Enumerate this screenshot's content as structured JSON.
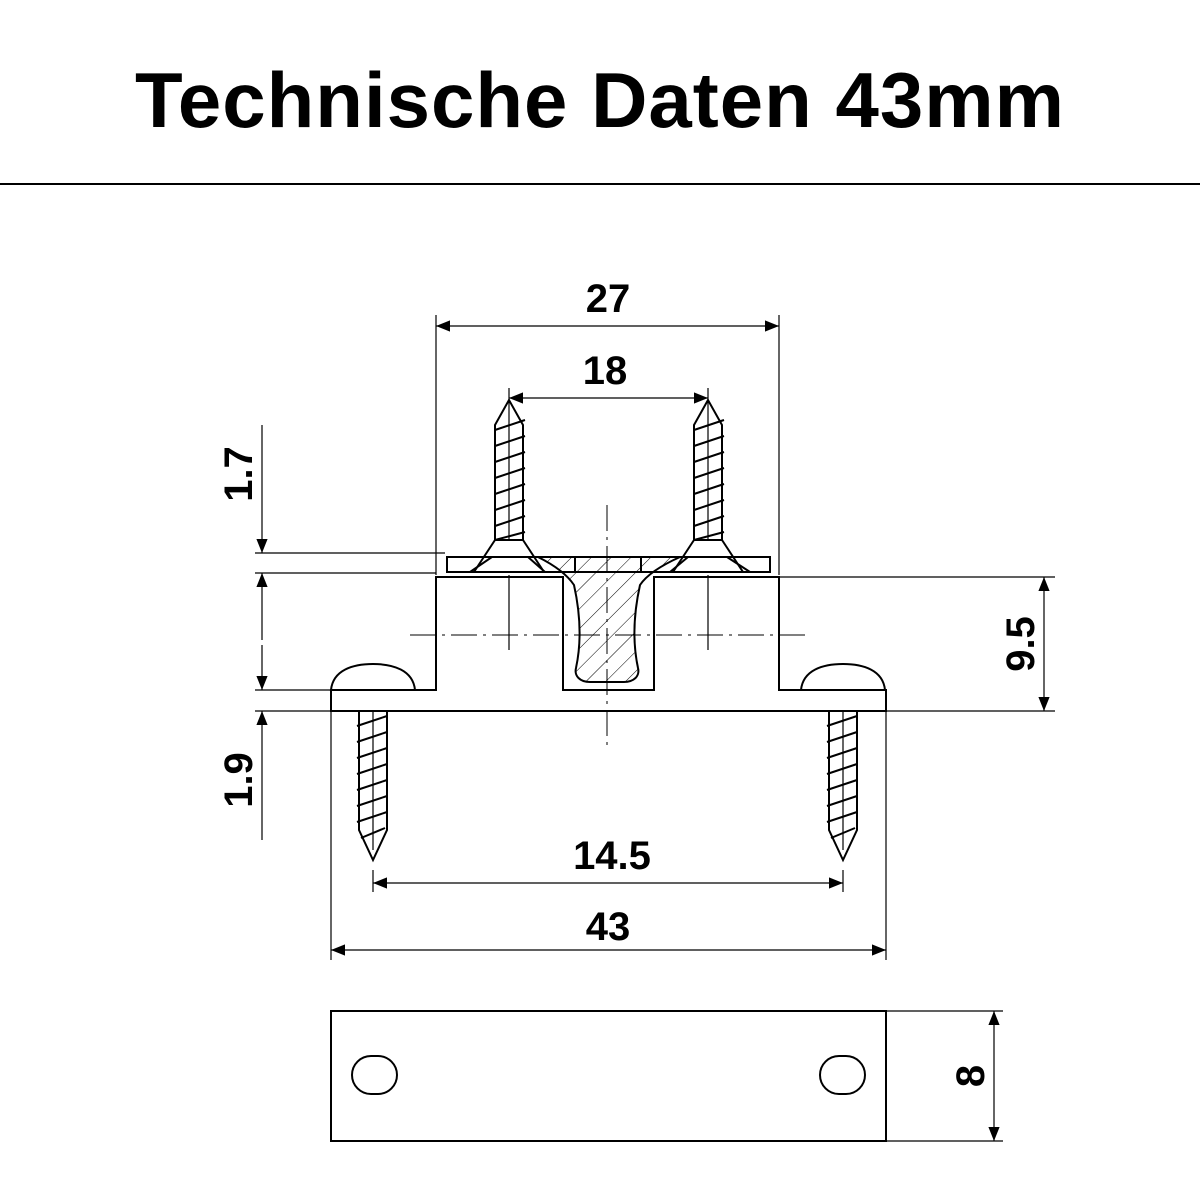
{
  "title": {
    "text": "Technische Daten",
    "size": "43mm"
  },
  "dimensions": {
    "d27": "27",
    "d18": "18",
    "d17": "1.7",
    "d95": "9.5",
    "d19": "1.9",
    "d145": "14.5",
    "d43": "43",
    "d8": "8"
  }
}
